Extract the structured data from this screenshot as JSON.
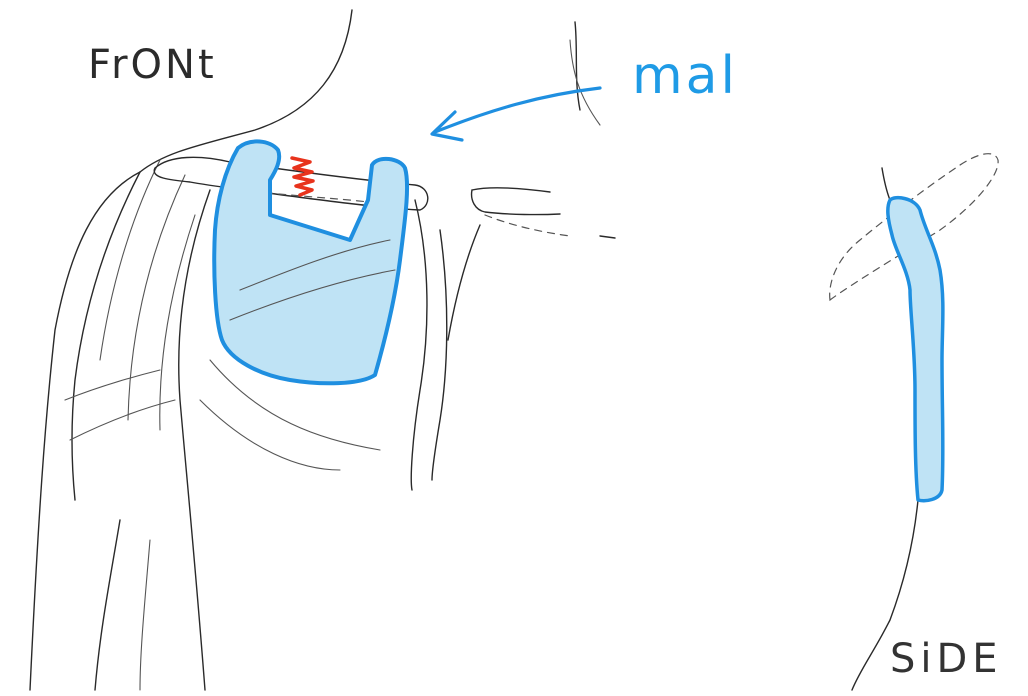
{
  "labels": {
    "front": "FrONt",
    "mal": "mal",
    "side": "SiDE"
  },
  "colors": {
    "implant_fill": "#bfe3f5",
    "implant_outline": "#1f8fe0",
    "pencil": "#2a2a2a",
    "fracture": "#e8331c",
    "mal_text": "#1f9be6",
    "background": "#ffffff"
  }
}
